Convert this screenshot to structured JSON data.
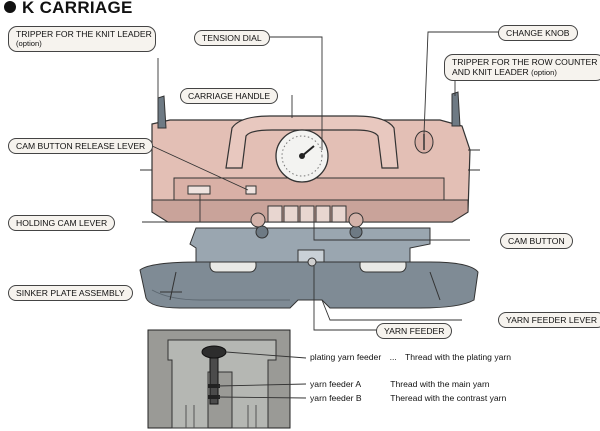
{
  "title": "K CARRIAGE",
  "callouts": {
    "tripper_knit_leader": "TRIPPER FOR THE KNIT LEADER",
    "tripper_knit_leader_sub": "(option)",
    "tension_dial": "TENSION DIAL",
    "change_knob": "CHANGE KNOB",
    "tripper_row_counter_line1": "TRIPPER FOR THE ROW COUNTER",
    "tripper_row_counter_line2": "AND KNIT LEADER",
    "tripper_row_counter_sub": "(option)",
    "carriage_handle": "CARRIAGE HANDLE",
    "cam_button_release_lever": "CAM BUTTON RELEASE LEVER",
    "holding_cam_lever": "HOLDING CAM LEVER",
    "cam_button": "CAM BUTTON",
    "sinker_plate_assembly": "SINKER PLATE ASSEMBLY",
    "yarn_feeder": "YARN FEEDER",
    "yarn_feeder_lever": "YARN FEEDER LEVER"
  },
  "feeder_notes": [
    {
      "label": "plating yarn feeder",
      "dots": "...",
      "desc": "Thread with the plating yarn"
    },
    {
      "label": "yarn feeder A",
      "dots": "",
      "desc": "Thread with the main yarn"
    },
    {
      "label": "yarn feeder B",
      "dots": "",
      "desc": "Theread with the contrast yarn"
    }
  ],
  "colors": {
    "carriage_body": "#e3bfb5",
    "carriage_shadow": "#c9a39a",
    "metal_plate": "#9aa6b0",
    "metal_dark": "#6e7a84",
    "inset_bg": "#9a9a96",
    "line": "#333333"
  }
}
